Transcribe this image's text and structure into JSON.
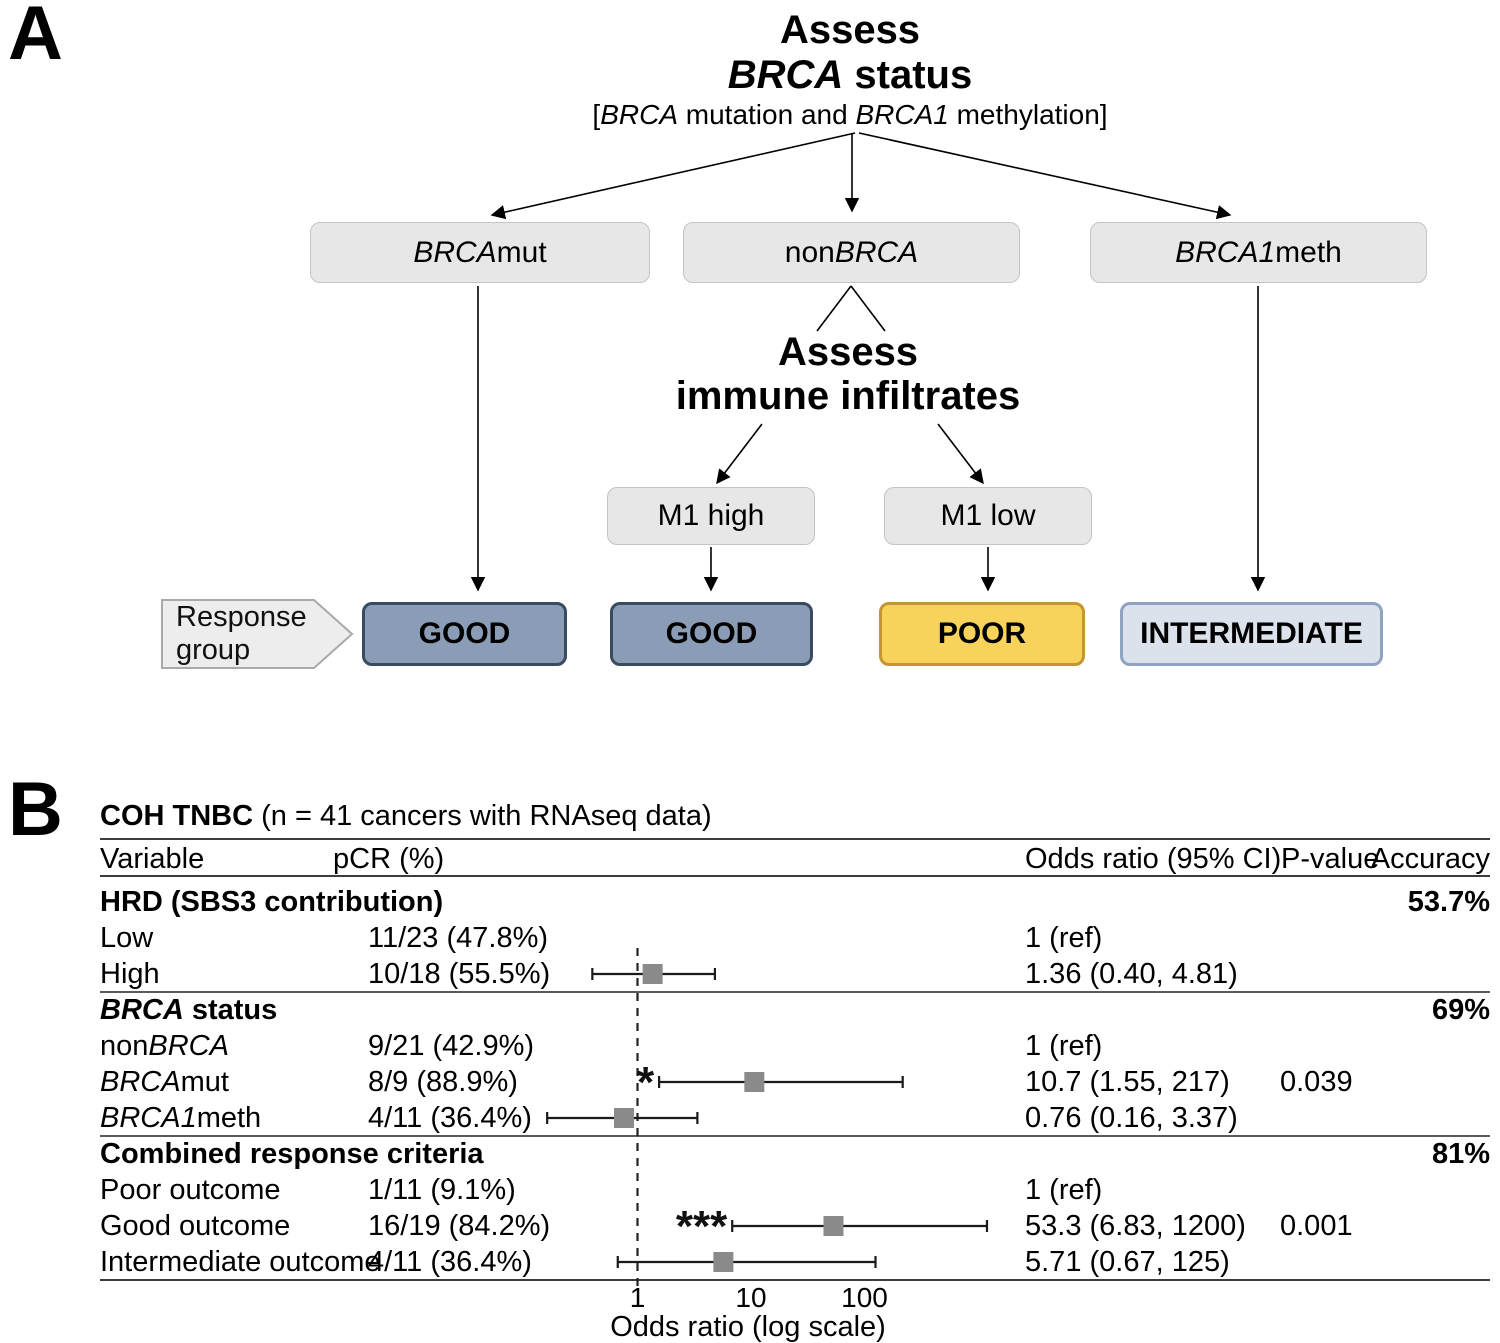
{
  "colors": {
    "good_fill": "#8A9CB6",
    "good_border": "#3A4A5F",
    "poor_fill": "#F7D35B",
    "poor_border": "#C5952F",
    "intermediate_fill": "#DCE2EC",
    "intermediate_border": "#8FA3C0",
    "node_fill": "#E7E7E7",
    "node_border": "#C4C4C4",
    "response_fill": "#EDEDED",
    "response_border": "#A9A9A9",
    "marker_fill": "#8A8A8A"
  },
  "panel_a": {
    "label": "A",
    "title": {
      "line1": "Assess",
      "line2_parts": [
        "BRCA",
        " status"
      ]
    },
    "subtitle_parts": [
      "[",
      "BRCA",
      " mutation and ",
      "BRCA1",
      " methylation]"
    ],
    "nodes": {
      "brcamut_parts": [
        "BRCA",
        "mut"
      ],
      "nonbrca_parts": [
        "non",
        "BRCA"
      ],
      "brca1meth_parts": [
        "BRCA1",
        "meth"
      ],
      "immune_title": {
        "line1": "Assess",
        "line2": "immune infiltrates"
      },
      "m1_high": "M1 high",
      "m1_low": "M1 low"
    },
    "response_label": {
      "line1": "Response",
      "line2": "group"
    },
    "outcomes": {
      "good1": "GOOD",
      "good2": "GOOD",
      "poor": "POOR",
      "intermediate": "INTERMEDIATE"
    }
  },
  "panel_b": {
    "label": "B",
    "title_bold": "COH TNBC",
    "title_rest": " (n = 41 cancers with RNAseq data)",
    "columns": [
      "Variable",
      "pCR (%)",
      "Odds ratio (95% CI)",
      "P-value",
      "Accuracy"
    ],
    "rows": [
      {
        "name": [
          {
            "t": "HRD (SBS3 contribution)"
          }
        ],
        "bold": true,
        "pcr": "",
        "or": "",
        "p": "",
        "acc": "53.7%"
      },
      {
        "name": [
          {
            "t": "Low"
          }
        ],
        "bold": false,
        "pcr": "11/23 (47.8%)",
        "or": "1 (ref)",
        "p": "",
        "acc": ""
      },
      {
        "name": [
          {
            "t": "High"
          }
        ],
        "bold": false,
        "pcr": "10/18 (55.5%)",
        "or": "1.36 (0.40, 4.81)",
        "p": "",
        "acc": ""
      },
      {
        "name": [
          {
            "t": "BRCA",
            "i": true
          },
          {
            "t": " status"
          }
        ],
        "bold": true,
        "pcr": "",
        "or": "",
        "p": "",
        "acc": "69%"
      },
      {
        "name": [
          {
            "t": "non"
          },
          {
            "t": "BRCA",
            "i": true
          }
        ],
        "bold": false,
        "pcr": "9/21 (42.9%)",
        "or": "1 (ref)",
        "p": "",
        "acc": ""
      },
      {
        "name": [
          {
            "t": "BRCA",
            "i": true
          },
          {
            "t": "mut"
          }
        ],
        "bold": false,
        "pcr": "8/9 (88.9%)",
        "or": "10.7 (1.55, 217)",
        "p": "0.039",
        "acc": ""
      },
      {
        "name": [
          {
            "t": "BRCA1",
            "i": true
          },
          {
            "t": "meth"
          }
        ],
        "bold": false,
        "pcr": "4/11 (36.4%)",
        "or": "0.76 (0.16, 3.37)",
        "p": "",
        "acc": ""
      },
      {
        "name": [
          {
            "t": "Combined response criteria"
          }
        ],
        "bold": true,
        "pcr": "",
        "or": "",
        "p": "",
        "acc": "81%"
      },
      {
        "name": [
          {
            "t": "Poor outcome"
          }
        ],
        "bold": false,
        "pcr": "1/11 (9.1%)",
        "or": "1 (ref)",
        "p": "",
        "acc": ""
      },
      {
        "name": [
          {
            "t": "Good outcome"
          }
        ],
        "bold": false,
        "pcr": "16/19 (84.2%)",
        "or": "53.3 (6.83, 1200)",
        "p": "0.001",
        "acc": ""
      },
      {
        "name": [
          {
            "t": "Intermediate outcome"
          }
        ],
        "bold": false,
        "pcr": "4/11 (36.4%)",
        "or": "5.71 (0.67, 125)",
        "p": "",
        "acc": ""
      }
    ]
  },
  "chart_data": {
    "type": "scatter",
    "subtype": "forest-plot",
    "title": "COH TNBC (n = 41 cancers with RNAseq data)",
    "xlabel": "Odds ratio (log scale)",
    "x_scale": "log",
    "x_ticks": [
      "1",
      "10",
      "100"
    ],
    "reference_line": 1,
    "series": [
      {
        "name": "High",
        "row": 2,
        "or": 1.36,
        "ci_low": 0.4,
        "ci_high": 4.81,
        "sig": ""
      },
      {
        "name": "BRCAmut",
        "row": 5,
        "or": 10.7,
        "ci_low": 1.55,
        "ci_high": 217,
        "sig": "*"
      },
      {
        "name": "BRCA1meth",
        "row": 6,
        "or": 0.76,
        "ci_low": 0.16,
        "ci_high": 3.37,
        "sig": ""
      },
      {
        "name": "Good outcome",
        "row": 9,
        "or": 53.3,
        "ci_low": 6.83,
        "ci_high": 1200,
        "sig": "***"
      },
      {
        "name": "Intermediate outcome",
        "row": 10,
        "or": 5.71,
        "ci_low": 0.67,
        "ci_high": 125,
        "sig": ""
      }
    ]
  }
}
